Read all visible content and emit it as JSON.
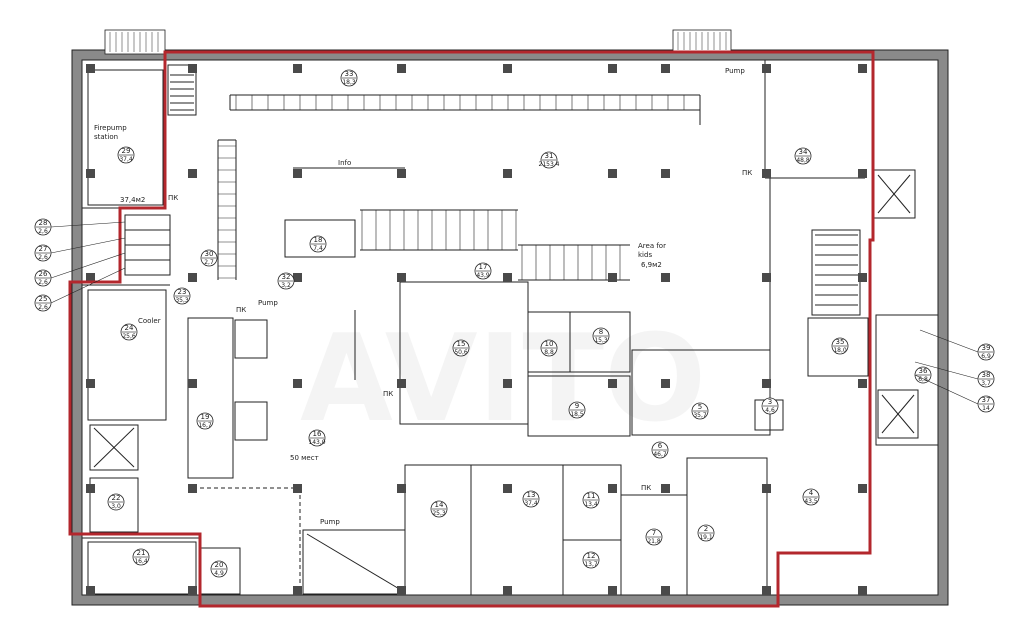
{
  "plan": {
    "boundary_color": "#b3272d",
    "wall_color": "#8a8a8a",
    "column_color": "#4a4a4a",
    "line_color": "#222222",
    "labels": {
      "firepump": "Firepump\nstation",
      "firepump_area": "37,4м2",
      "info": "Info",
      "area_for_kids": "Area for\nkids",
      "area_for_kids_size": "6,9м2",
      "cooler": "Cooler",
      "parking": "50 мест",
      "pump_top": "Pump",
      "pump_left": "Pump",
      "pump_bottom": "Pump",
      "pk": "ПК"
    },
    "rooms": [
      {
        "id": "29",
        "area": "37,4"
      },
      {
        "id": "33",
        "area": "18,3"
      },
      {
        "id": "31",
        "area": "2153,4"
      },
      {
        "id": "34",
        "area": "48,8"
      },
      {
        "id": "28",
        "area": "2,6"
      },
      {
        "id": "27",
        "area": "2,6"
      },
      {
        "id": "26",
        "area": "2,6"
      },
      {
        "id": "25",
        "area": "2,6"
      },
      {
        "id": "23",
        "area": "35,3"
      },
      {
        "id": "24",
        "area": "25,6"
      },
      {
        "id": "19",
        "area": "16,7"
      },
      {
        "id": "16",
        "area": "143,0"
      },
      {
        "id": "18",
        "area": "7,4"
      },
      {
        "id": "17",
        "area": "43,9"
      },
      {
        "id": "15",
        "area": "50,6"
      },
      {
        "id": "10",
        "area": "8,8"
      },
      {
        "id": "8",
        "area": "15,3"
      },
      {
        "id": "9",
        "area": "18,5"
      },
      {
        "id": "5",
        "area": "35,7"
      },
      {
        "id": "3",
        "area": "4,6"
      },
      {
        "id": "6",
        "area": "46,7"
      },
      {
        "id": "35",
        "area": "18,0"
      },
      {
        "id": "36",
        "area": "6,8"
      },
      {
        "id": "39",
        "area": "6,9"
      },
      {
        "id": "38",
        "area": "3,7"
      },
      {
        "id": "37",
        "area": "14"
      },
      {
        "id": "22",
        "area": "3,0"
      },
      {
        "id": "21",
        "area": "16,4"
      },
      {
        "id": "20",
        "area": "4,9"
      },
      {
        "id": "14",
        "area": "25,3"
      },
      {
        "id": "13",
        "area": "37,4"
      },
      {
        "id": "11",
        "area": "13,4"
      },
      {
        "id": "12",
        "area": "13,7"
      },
      {
        "id": "7",
        "area": "21,8"
      },
      {
        "id": "2",
        "area": "19,1"
      },
      {
        "id": "4",
        "area": "43,5"
      },
      {
        "id": "32",
        "area": "3,2"
      },
      {
        "id": "30",
        "area": "2,7"
      }
    ]
  }
}
